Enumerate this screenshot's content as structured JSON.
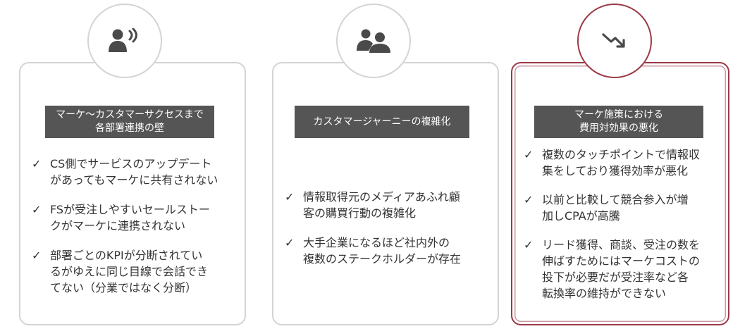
{
  "cards": [
    {
      "icon": "speaking-person-icon",
      "header": [
        "マーケ〜カスタマーサクセスまで",
        "各部署連携の壁"
      ],
      "bullets": [
        [
          "CS側でサービスのアップデート",
          "があってもマーケに共有されない"
        ],
        [
          "FSが受注しやすいセールストー",
          "クがマーケに連携されない"
        ],
        [
          "部署ごとのKPIが分断されてい",
          "るがゆえに同じ目線で会話でき",
          "てない（分業ではなく分断）"
        ]
      ]
    },
    {
      "icon": "people-group-icon",
      "header": [
        "カスタマージャーニーの複雑化"
      ],
      "bullets": [
        [
          "情報取得元のメディアあふれ顧",
          "客の購買行動の複雑化"
        ],
        [
          "大手企業になるほど社内外の",
          "複数のステークホルダーが存在"
        ]
      ]
    },
    {
      "icon": "trend-down-icon",
      "header": [
        "マーケ施策における",
        "費用対効果の悪化"
      ],
      "bullets": [
        [
          "複数のタッチポイントで情報収",
          "集をしており獲得効率が悪化"
        ],
        [
          "以前と比較して競合参入が増",
          "加しCPAが高騰"
        ],
        [
          "リード獲得、商談、受注の数を",
          "伸ばすためにはマーケコストの",
          "投下が必要だが受注率など各",
          "転換率の維持ができない"
        ]
      ]
    }
  ],
  "check_glyph": "✓",
  "colors": {
    "header_bg": "#555555",
    "card_border": "#d4d4d4",
    "accent": "#9c3a48",
    "text": "#333333",
    "icon": "#4a4a4a"
  }
}
